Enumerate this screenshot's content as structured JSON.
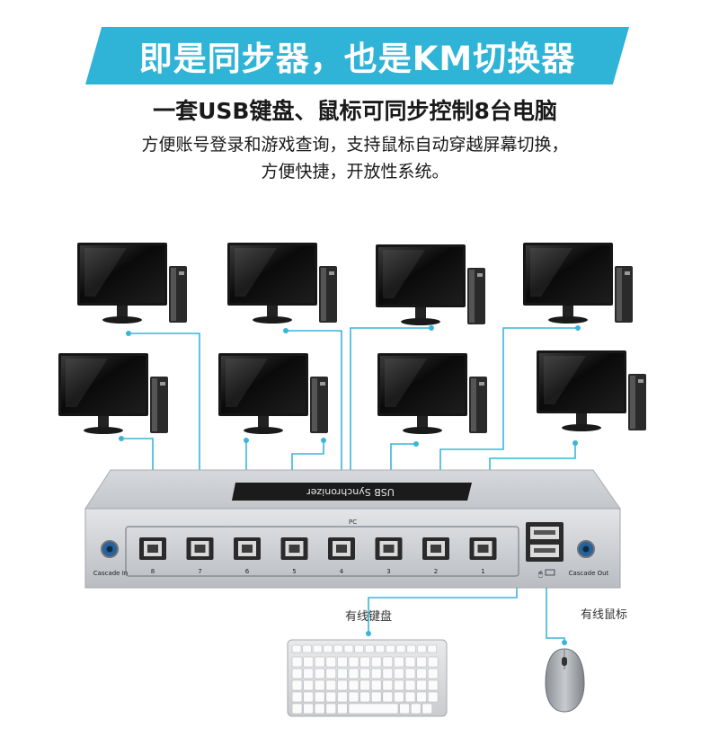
{
  "headline": "即是同步器，也是KM切换器",
  "subtitle": "一套USB键盘、鼠标可同步控制8台电脑",
  "description_line1": "方便账号登录和游戏查询，支持鼠标自动穿越屏幕切换，",
  "description_line2": "方便快捷，开放性系统。",
  "device": {
    "panel_label": "USB Synchronizer",
    "pc_label": "PC",
    "ports": [
      "8",
      "7",
      "6",
      "5",
      "4",
      "3",
      "2",
      "1"
    ],
    "cascade_in": "Cascade In",
    "cascade_out": "Cascade Out"
  },
  "peripherals": {
    "keyboard_label": "有线键盘",
    "mouse_label": "有线鼠标"
  },
  "colors": {
    "accent": "#2fb3d6",
    "cable": "#3ab5d8",
    "chassis": "#c9ccd1"
  }
}
